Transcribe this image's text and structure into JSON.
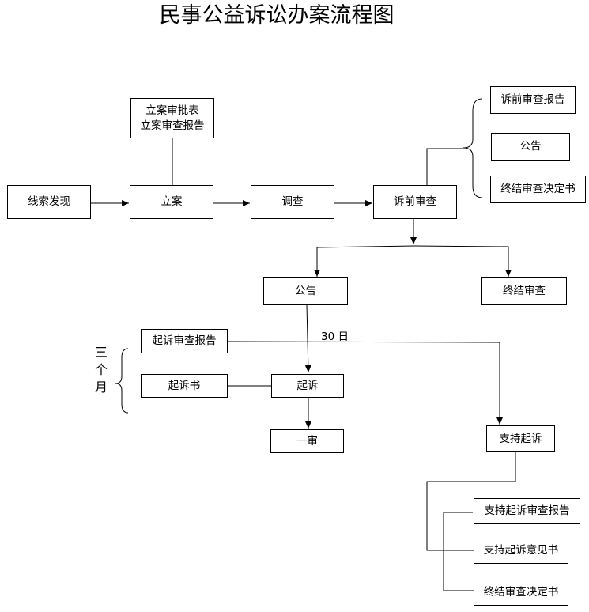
{
  "title": "民事公益诉讼办案流程图",
  "nodes": {
    "clue": "线索发现",
    "filing": "立案",
    "filing_docs": [
      "立案审批表",
      "立案审查报告"
    ],
    "investigation": "调查",
    "pre_review": "诉前审查",
    "pre_docs": [
      "诉前审查报告",
      "公告",
      "终结审查决定书"
    ],
    "notice": "公告",
    "end_review": "终结审查",
    "suit_report": "起诉审查报告",
    "complaint": "起诉书",
    "prosecute": "起诉",
    "first_trial": "一审",
    "support": "支持起诉",
    "support_docs": [
      "支持起诉审查报告",
      "支持起诉意见书",
      "终结审查决定书"
    ]
  },
  "labels": {
    "thirty_days": "30 日",
    "three_months": [
      "三",
      "个",
      "月"
    ]
  }
}
